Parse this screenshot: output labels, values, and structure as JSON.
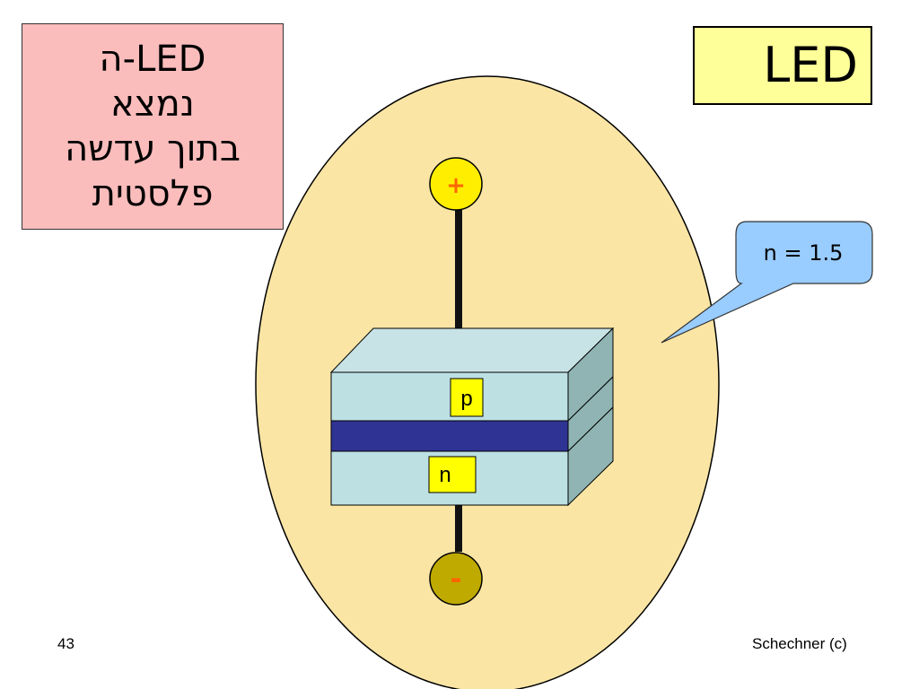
{
  "slide": {
    "title": "LED",
    "page_number": "43",
    "credit": "Schechner (c)"
  },
  "note": {
    "lines": [
      "LED-ה",
      "נמצא",
      "בתוך עדשה",
      "פלסטית"
    ]
  },
  "diagram": {
    "plus_label": "+",
    "minus_label": "-",
    "p_label": "p",
    "n_label": "n",
    "callout_text": "n = 1.5"
  },
  "colors": {
    "lens_fill": "#fae5a5",
    "title_fill": "#ffff99",
    "note_fill": "#fbbcbc",
    "chip_front": "#bde0e3",
    "chip_side": "#8fb4b3",
    "junction": "#2f3393",
    "terminal_plus": "#ffee00",
    "terminal_minus": "#bfaa00",
    "terminal_sign": "#ff6600",
    "callout_fill": "#99ccff",
    "label_fill": "#ffff00"
  }
}
